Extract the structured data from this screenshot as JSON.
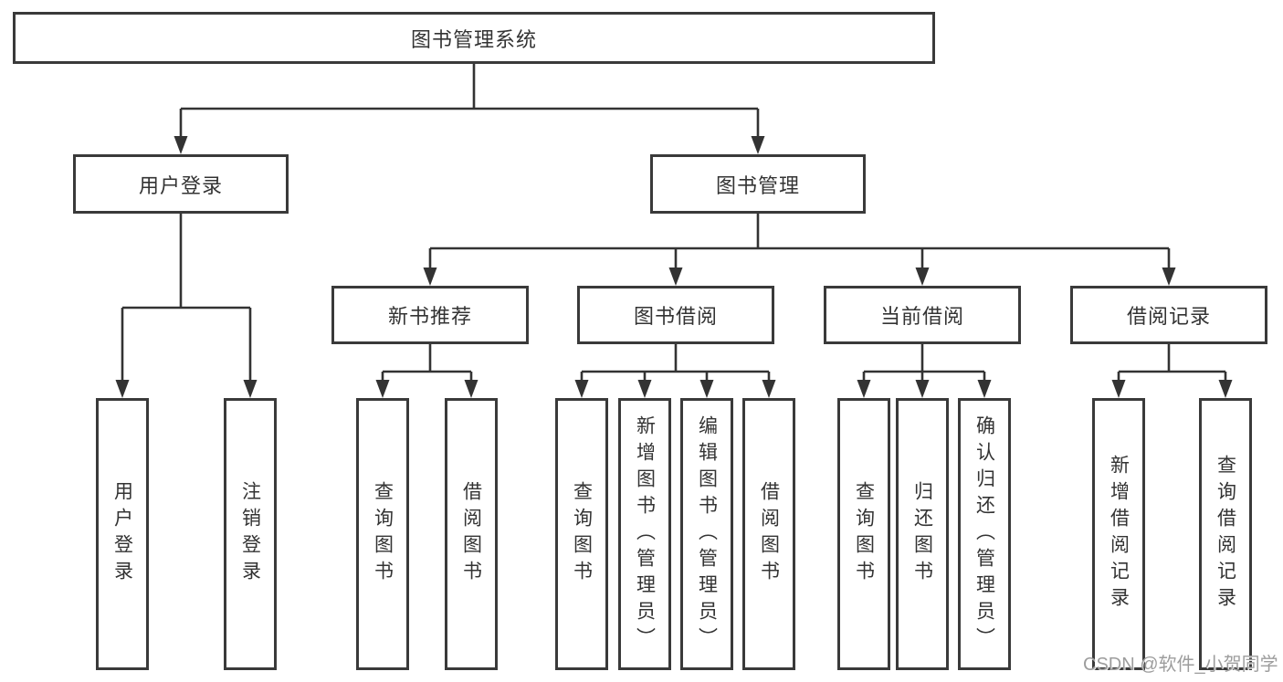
{
  "tree": {
    "root": {
      "label": "图书管理系统"
    },
    "children": [
      {
        "label": "用户登录",
        "children": [
          {
            "label": "用户登录"
          },
          {
            "label": "注销登录"
          }
        ]
      },
      {
        "label": "图书管理",
        "children": [
          {
            "label": "新书推荐",
            "children": [
              {
                "label": "查询图书"
              },
              {
                "label": "借阅图书"
              }
            ]
          },
          {
            "label": "图书借阅",
            "children": [
              {
                "label": "查询图书"
              },
              {
                "label": "新增图书（管理员）"
              },
              {
                "label": "编辑图书（管理员）"
              },
              {
                "label": "借阅图书"
              }
            ]
          },
          {
            "label": "当前借阅",
            "children": [
              {
                "label": "查询图书"
              },
              {
                "label": "归还图书"
              },
              {
                "label": "确认归还（管理员）"
              }
            ]
          },
          {
            "label": "借阅记录",
            "children": [
              {
                "label": "新增借阅记录"
              },
              {
                "label": "查询借阅记录"
              }
            ]
          }
        ]
      }
    ]
  },
  "watermark": "CSDN @软件_小贺同学",
  "colors": {
    "line": "#333333",
    "node_border": "#3a3a3a",
    "node_background": "#ffffff",
    "text": "#333333",
    "watermark": "#9d9d9d",
    "background": "#ffffff"
  }
}
